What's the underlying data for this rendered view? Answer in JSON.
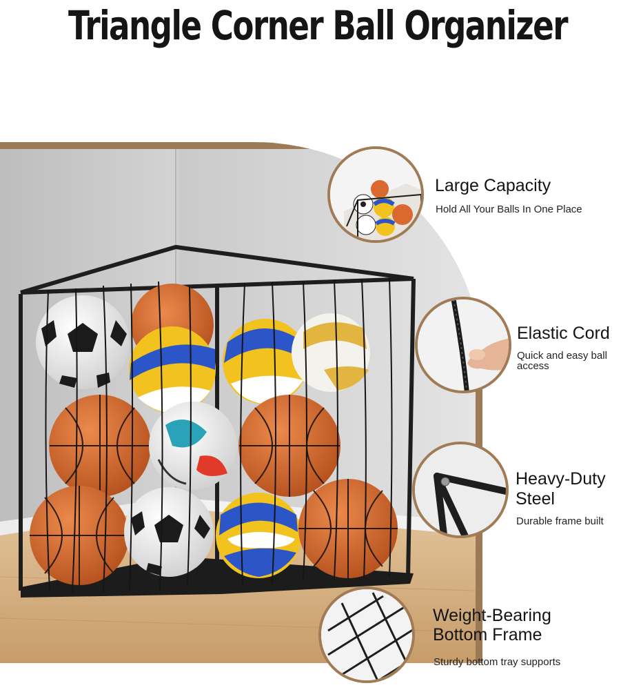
{
  "title": "Triangle Corner Ball Organizer",
  "colors": {
    "frame_brown": "#a07b55",
    "steel_black": "#1e1e1e",
    "basketball": "#d9692e",
    "volleyball_blue": "#2c55c8",
    "volleyball_yellow": "#f2c21e"
  },
  "features": [
    {
      "title_lines": [
        "Large Capacity"
      ],
      "desc_lines": [
        "Hold All Your Balls In One Place"
      ],
      "icon": "ball-basket-photo"
    },
    {
      "title_lines": [
        "Elastic Cord"
      ],
      "desc_lines": [
        "Quick and easy ball",
        "access"
      ],
      "icon": "elastic-cord-photo"
    },
    {
      "title_lines": [
        "Heavy-Duty",
        "Steel"
      ],
      "desc_lines": [
        "Durable frame built"
      ],
      "icon": "steel-frame-photo"
    },
    {
      "title_lines": [
        "Weight-Bearing",
        "Bottom Frame"
      ],
      "desc_lines": [
        "Sturdy bottom tray supports"
      ],
      "icon": "bottom-grid-photo"
    }
  ]
}
